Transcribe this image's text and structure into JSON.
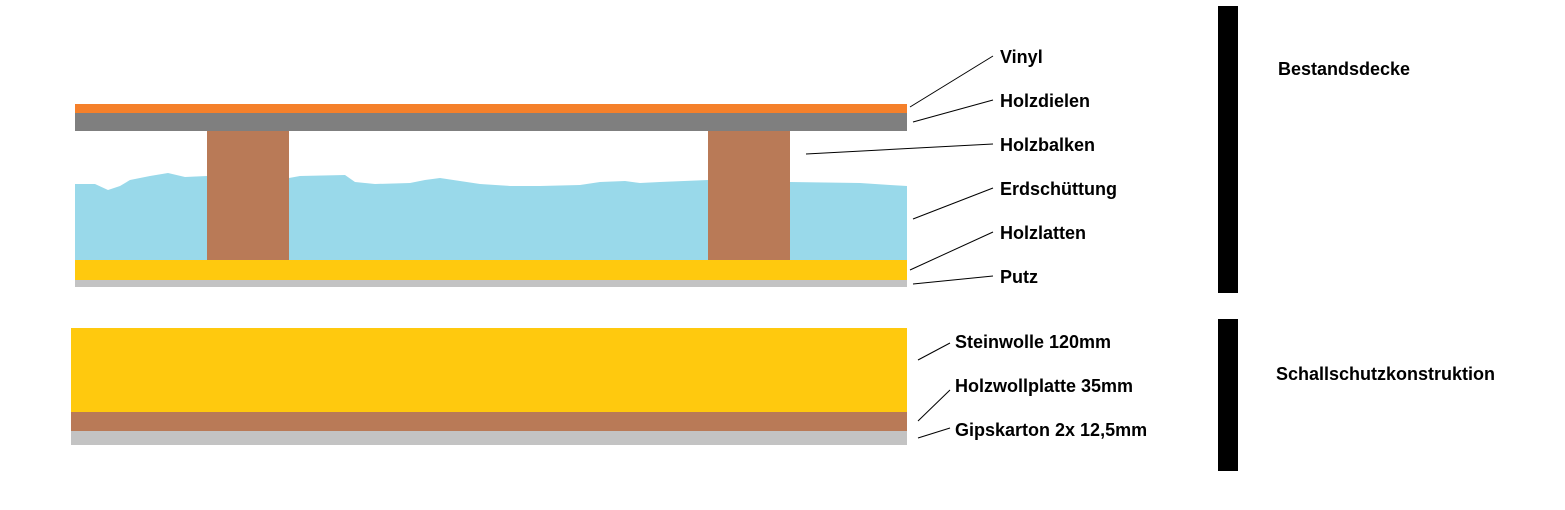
{
  "sections": {
    "existing": {
      "title": "Bestandsdecke",
      "layers": {
        "vinyl": "Vinyl",
        "floorboards": "Holzdielen",
        "beams": "Holzbalken",
        "fill": "Erdschüttung",
        "battens": "Holzlatten",
        "plaster": "Putz"
      }
    },
    "soundproofing": {
      "title": "Schallschutzkonstruktion",
      "layers": {
        "rockwool": "Steinwolle 120mm",
        "woodwool": "Holzwollplatte 35mm",
        "plasterboard": "Gipskarton 2x 12,5mm"
      }
    }
  },
  "colors": {
    "vinyl": "#f5802a",
    "floorboards": "#7f7f7f",
    "beam": "#b97a57",
    "fill": "#99d9ea",
    "battens": "#ffc90e",
    "plaster": "#c3c3c3",
    "rockwool": "#ffc90e",
    "woodwool": "#b97a57",
    "plasterboard": "#c3c3c3",
    "bracket": "#000000"
  }
}
